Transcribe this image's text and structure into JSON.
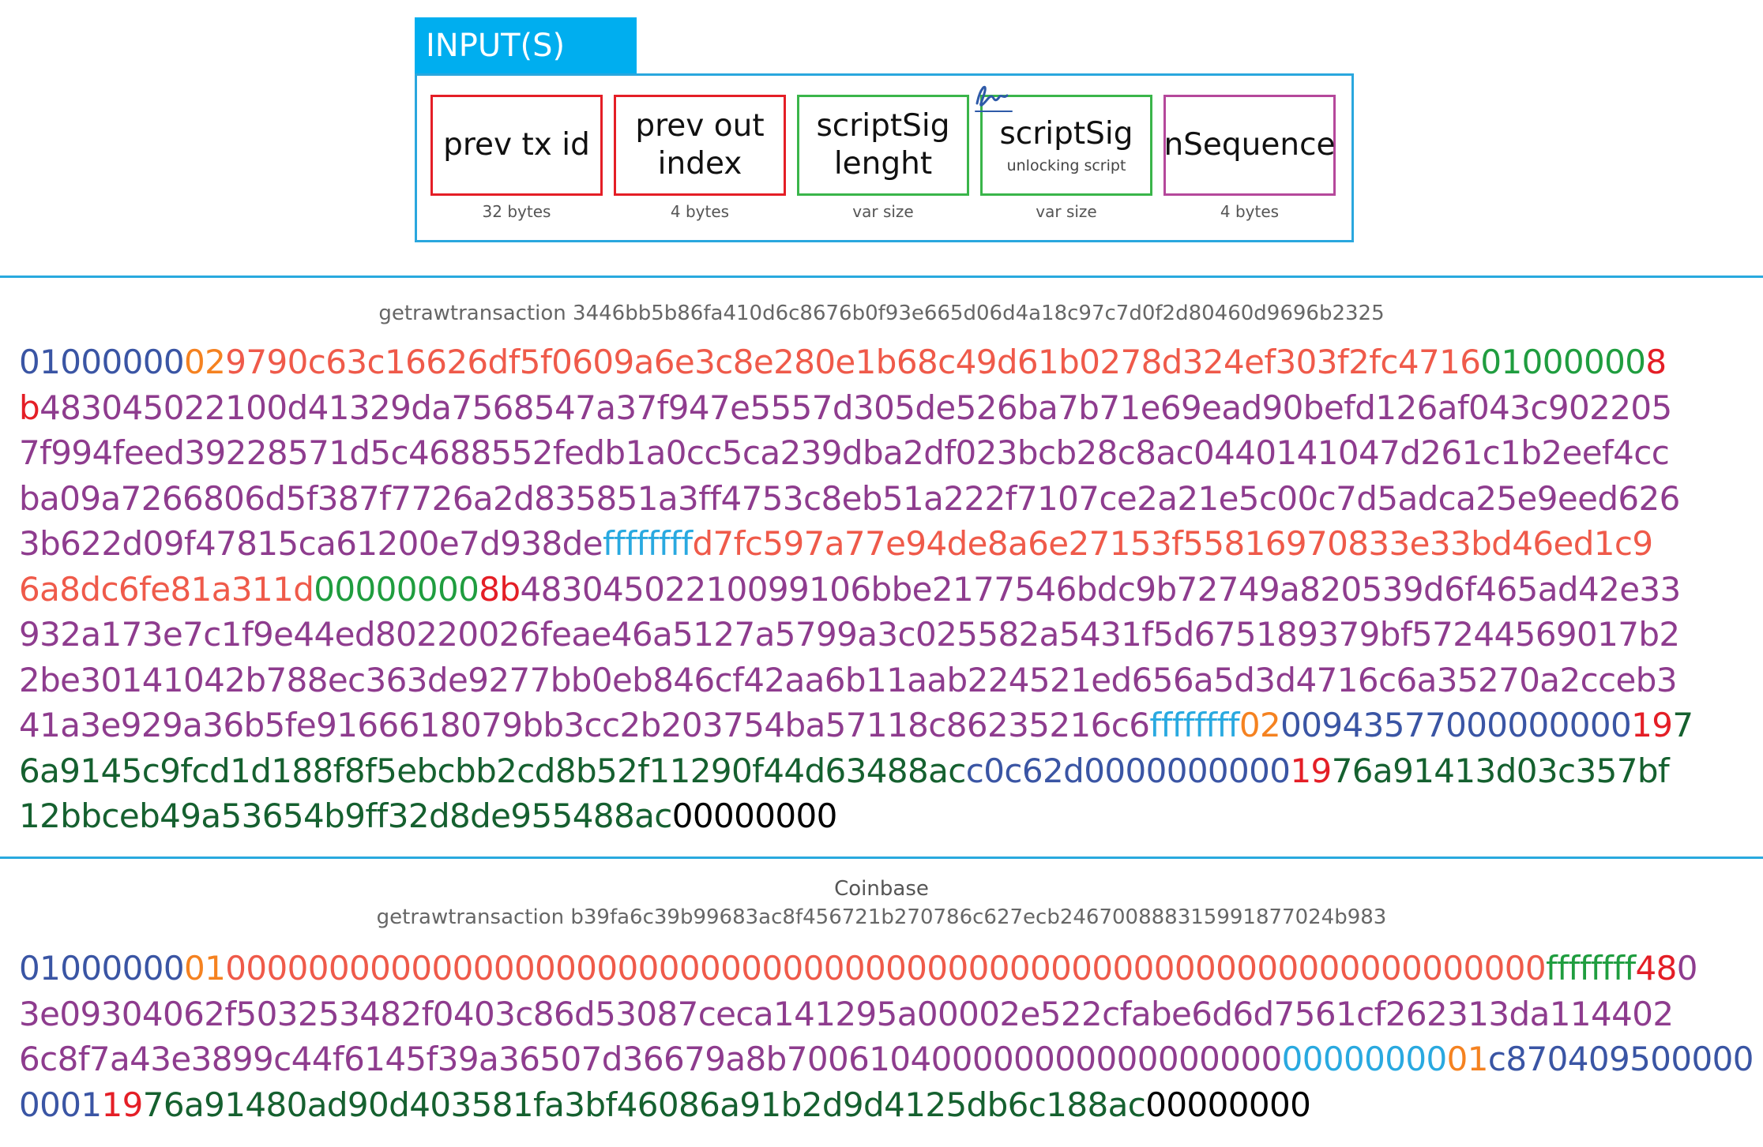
{
  "header": {
    "tab_label": "INPUT(S)",
    "fields": [
      {
        "label_lines": [
          "prev tx id"
        ],
        "sub": "",
        "size": "32 bytes",
        "color": "#e41e26"
      },
      {
        "label_lines": [
          "prev out",
          "index"
        ],
        "sub": "",
        "size": "4 bytes",
        "color": "#e41e26"
      },
      {
        "label_lines": [
          "scriptSig",
          "lenght"
        ],
        "sub": "",
        "size": "var size",
        "color": "#3ab54a"
      },
      {
        "label_lines": [
          "scriptSig"
        ],
        "sub": "unlocking script",
        "size": "var size",
        "color": "#3ab54a"
      },
      {
        "label_lines": [
          "nSequence"
        ],
        "sub": "",
        "size": "4 bytes",
        "color": "#b5489b"
      }
    ],
    "icon": "signature-icon"
  },
  "tx1": {
    "caption": "getrawtransaction 3446bb5b86fa410d6c8676b0f93e665d06d4a18c97c7d0f2d80460d9696b2325",
    "lines": [
      [
        [
          "01000000",
          "blue"
        ],
        [
          "02",
          "orange"
        ],
        [
          "9790c63c16626df5f0609a6e3c8e280e1b68c49d61b0278d324ef303f2fc4716",
          "salmon"
        ],
        [
          "01000000",
          "green"
        ],
        [
          "8",
          "red"
        ]
      ],
      [
        [
          "b",
          "red"
        ],
        [
          "483045022100d41329da7568547a37f947e5557d305de526ba7b71e69ead90befd126af043c902205",
          "purple"
        ]
      ],
      [
        [
          "7f994feed39228571d5c4688552fedb1a0cc5ca239dba2df023bcb28c8ac0440141047d261c1b2eef4cc",
          "purple"
        ]
      ],
      [
        [
          "ba09a7266806d5f387f7726a2d835851a3ff4753c8eb51a222f7107ce2a21e5c00c7d5adca25e9eed626",
          "purple"
        ]
      ],
      [
        [
          "3b622d09f47815ca61200e7d938de",
          "purple"
        ],
        [
          "ffffffff",
          "cyan"
        ],
        [
          "d7fc597a77e94de8a6e27153f55816970833e33bd46ed1c9",
          "salmon"
        ]
      ],
      [
        [
          "6a8dc6fe81a311d",
          "salmon"
        ],
        [
          "00000000",
          "green"
        ],
        [
          "8b",
          "red"
        ],
        [
          "48304502210099106bbe2177546bdc9b72749a820539d6f465ad42e33",
          "purple"
        ]
      ],
      [
        [
          "932a173e7c1f9e44ed80220026feae46a5127a5799a3c025582a5431f5d675189379bf57244569017b2",
          "purple"
        ]
      ],
      [
        [
          "2be30141042b788ec363de9277bb0eb846cf42aa6b11aab224521ed656a5d3d4716c6a35270a2cceb3",
          "purple"
        ]
      ],
      [
        [
          "41a3e929a36b5fe9166618079bb3cc2b203754ba57118c86235216c6",
          "purple"
        ],
        [
          "ffffffff",
          "cyan"
        ],
        [
          "02",
          "orange"
        ],
        [
          "00943577000000000",
          "blue"
        ],
        [
          "19",
          "red"
        ],
        [
          "7",
          "dkgreen"
        ]
      ],
      [
        [
          "6a9145c9fcd1d188f8f5ebcbb2cd8b52f11290f44d63488ac",
          "dkgreen"
        ],
        [
          "c0c62d0000000000",
          "blue"
        ],
        [
          "19",
          "red"
        ],
        [
          "76a91413d03c357bf",
          "dkgreen"
        ]
      ],
      [
        [
          "12bbceb49a53654b9ff32d8de955488ac",
          "dkgreen"
        ],
        [
          "00000000",
          "black"
        ]
      ]
    ]
  },
  "tx2": {
    "title": "Coinbase",
    "caption": "getrawtransaction b39fa6c39b99683ac8f456721b270786c627ecb246700888315991877024b983",
    "lines": [
      [
        [
          "01000000",
          "blue"
        ],
        [
          "01",
          "orange"
        ],
        [
          "0000000000000000000000000000000000000000000000000000000000000000",
          "salmon"
        ],
        [
          "ffffffff",
          "green"
        ],
        [
          "48",
          "red"
        ],
        [
          "0",
          "purple"
        ]
      ],
      [
        [
          "3e09304062f503253482f0403c86d53087ceca141295a00002e522cfabe6d6d7561cf262313da114402",
          "purple"
        ]
      ],
      [
        [
          "6c8f7a43e3899c44f6145f39a36507d36679a8b700610400000000000000000",
          "purple"
        ],
        [
          "00000000",
          "cyan"
        ],
        [
          "01",
          "orange"
        ],
        [
          "c870409500000",
          "blue"
        ]
      ],
      [
        [
          "0001",
          "blue"
        ],
        [
          "19",
          "red"
        ],
        [
          "76a91480ad90d403581fa3bf46086a91b2d9d4125db6c188ac",
          "dkgreen"
        ],
        [
          "00000000",
          "black"
        ]
      ]
    ]
  }
}
